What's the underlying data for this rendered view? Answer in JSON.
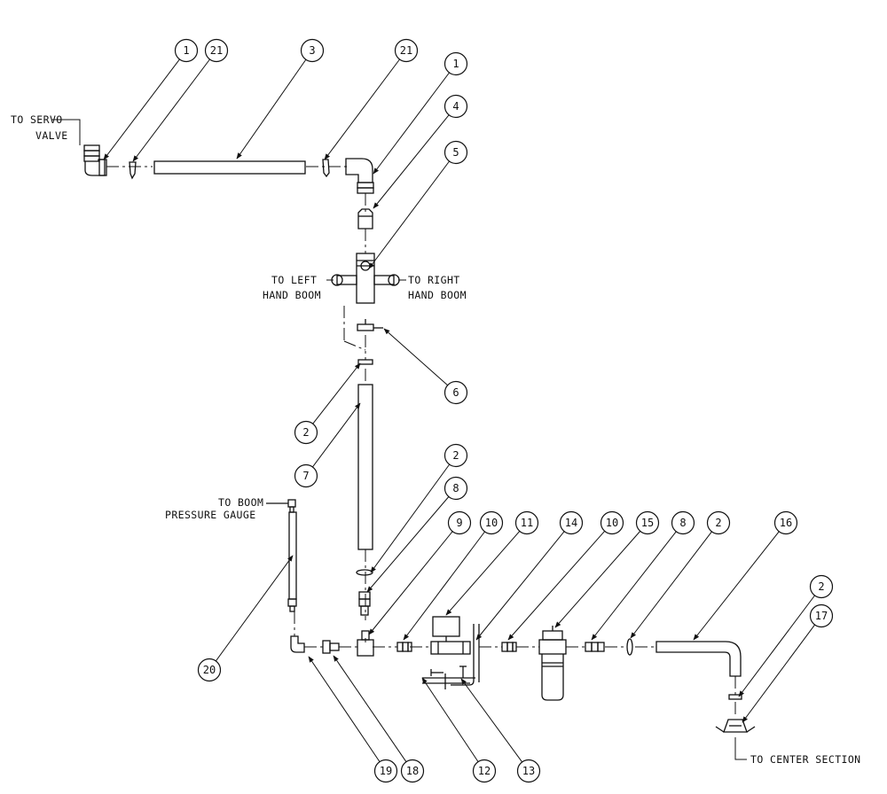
{
  "callouts": [
    "1",
    "21",
    "3",
    "21",
    "1",
    "4",
    "5",
    "6",
    "2",
    "7",
    "2",
    "8",
    "9",
    "10",
    "11",
    "14",
    "10",
    "15",
    "8",
    "2",
    "16",
    "2",
    "17",
    "20",
    "19",
    "18",
    "12",
    "13"
  ],
  "notes": {
    "servo_1": "TO SERVO",
    "servo_2": "VALVE",
    "left_1": "TO LEFT",
    "left_2": "HAND BOOM",
    "right_1": "TO RIGHT",
    "right_2": "HAND BOOM",
    "gauge_1": "TO BOOM",
    "gauge_2": "PRESSURE GAUGE",
    "center": "TO CENTER SECTION"
  },
  "colors": {
    "ink": "#111111",
    "paper": "#ffffff"
  }
}
